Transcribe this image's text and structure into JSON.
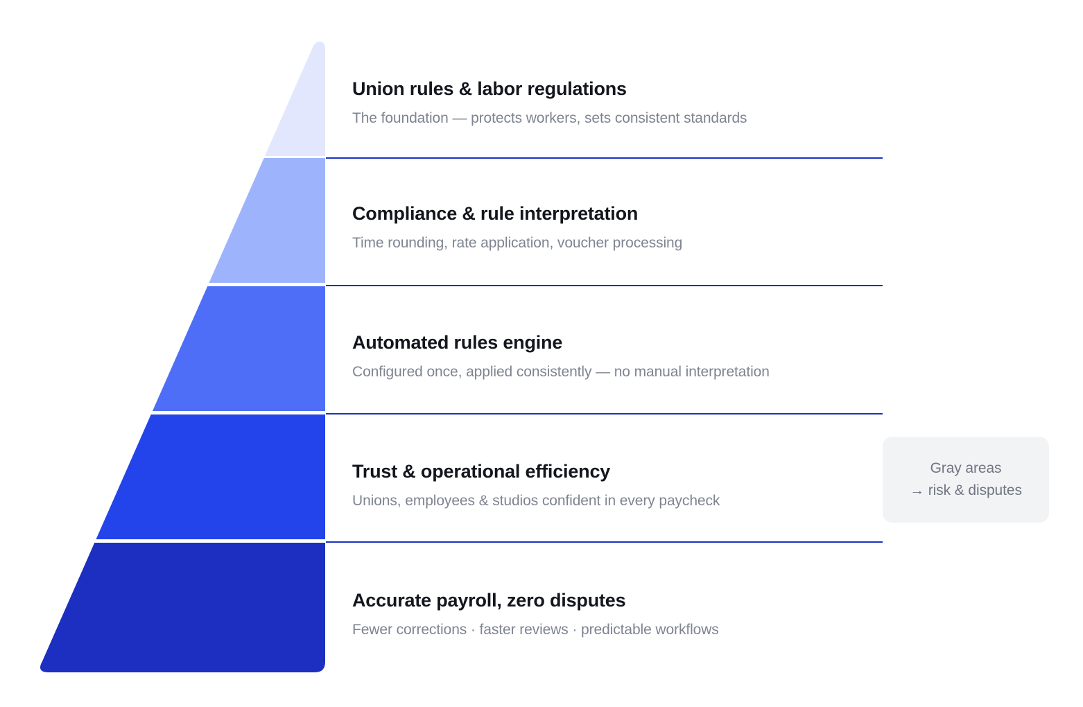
{
  "chart_data": {
    "type": "pyramid",
    "title": "",
    "orientation": "apex-top",
    "levels": [
      {
        "index": 1,
        "title": "Union rules & labor regulations",
        "subtitle": "The foundation — protects workers, sets consistent standards",
        "color": "#e2e7fd"
      },
      {
        "index": 2,
        "title": "Compliance & rule interpretation",
        "subtitle": "Time rounding, rate application, voucher processing",
        "color": "#9db4fc"
      },
      {
        "index": 3,
        "title": "Automated rules engine",
        "subtitle": "Configured once, applied consistently — no manual interpretation",
        "color": "#4f6ef7"
      },
      {
        "index": 4,
        "title": "Trust & operational efficiency",
        "subtitle": "Unions, employees & studios confident in every paycheck",
        "color": "#2244ea"
      },
      {
        "index": 5,
        "title": "Accurate payroll, zero disputes",
        "subtitle": "Fewer corrections · faster reviews · predictable workflows",
        "color": "#1c2fc0"
      }
    ]
  },
  "annotation": {
    "badge": {
      "line1": "Gray areas",
      "line2": "→ risk & disputes"
    }
  },
  "colors": {
    "divider": "#1a32bd",
    "title_text": "#13161c",
    "subtitle_text": "#7e8491",
    "badge_background": "#f2f3f5",
    "badge_text": "#6f7682",
    "page_background": "#ffffff"
  }
}
